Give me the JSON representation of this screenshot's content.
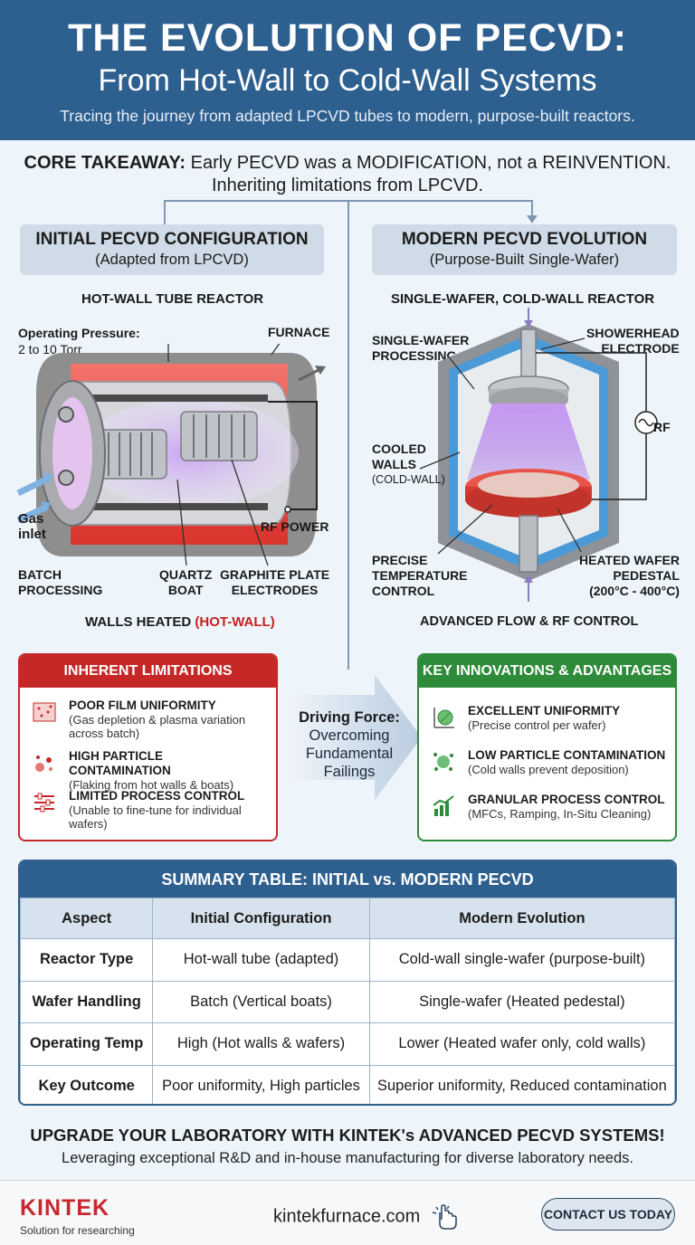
{
  "header": {
    "title": "THE EVOLUTION OF PECVD:",
    "subtitle": "From Hot-Wall to Cold-Wall Systems",
    "tagline": "Tracing the journey from adapted LPCVD tubes to modern, purpose-built reactors."
  },
  "core": {
    "label": "CORE TAKEAWAY:",
    "line1": "Early PECVD was a MODIFICATION, not a REINVENTION.",
    "line2": "Inheriting limitations from LPCVD."
  },
  "initial": {
    "heading": "INITIAL PECVD CONFIGURATION",
    "sub": "(Adapted from LPCVD)",
    "diagram_title": "HOT-WALL TUBE REACTOR",
    "pressure_label": "Operating Pressure:",
    "pressure_value": "2 to 10 Torr",
    "furnace": "FURNACE",
    "gas_inlet_1": "Gas",
    "gas_inlet_2": "inlet",
    "rf_power": "RF POWER",
    "batch_1": "BATCH",
    "batch_2": "PROCESSING",
    "quartz_1": "QUARTZ",
    "quartz_2": "BOAT",
    "graphite_1": "GRAPHITE PLATE",
    "graphite_2": "ELECTRODES",
    "walls_label": "WALLS HEATED",
    "walls_hot": "(HOT-WALL)"
  },
  "modern": {
    "heading": "MODERN PECVD EVOLUTION",
    "sub": "(Purpose-Built Single-Wafer)",
    "diagram_title": "SINGLE-WAFER, COLD-WALL REACTOR",
    "single_1": "SINGLE-WAFER",
    "single_2": "PROCESSING",
    "shower_1": "SHOWERHEAD",
    "shower_2": "ELECTRODE",
    "rf": "RF",
    "cooled_1": "COOLED",
    "cooled_2": "WALLS",
    "cooled_3": "(COLD-WALL)",
    "precise_1": "PRECISE",
    "precise_2": "TEMPERATURE",
    "precise_3": "CONTROL",
    "heated_1": "HEATED WAFER",
    "heated_2": "PEDESTAL",
    "heated_3": "(200°C - 400°C)",
    "flow": "ADVANCED FLOW & RF CONTROL"
  },
  "limitations": {
    "title": "INHERENT LIMITATIONS",
    "items": [
      {
        "title": "POOR FILM UNIFORMITY",
        "desc1": "(Gas depletion & plasma variation",
        "desc2": "across batch)"
      },
      {
        "title": "HIGH PARTICLE CONTAMINATION",
        "desc1": "(Flaking from hot walls & boats)",
        "desc2": ""
      },
      {
        "title": "LIMITED PROCESS CONTROL",
        "desc1": "(Unable to fine-tune for individual",
        "desc2": "wafers)"
      }
    ]
  },
  "driving": {
    "line1": "Driving Force:",
    "line2": "Overcoming",
    "line3": "Fundamental",
    "line4": "Failings"
  },
  "innovations": {
    "title": "KEY INNOVATIONS & ADVANTAGES",
    "items": [
      {
        "title": "EXCELLENT UNIFORMITY",
        "desc": "(Precise control per wafer)"
      },
      {
        "title": "LOW PARTICLE CONTAMINATION",
        "desc": "(Cold walls prevent deposition)"
      },
      {
        "title": "GRANULAR PROCESS CONTROL",
        "desc": "(MFCs, Ramping, In-Situ Cleaning)"
      }
    ]
  },
  "table": {
    "title": "SUMMARY TABLE: INITIAL vs. MODERN PECVD",
    "headers": [
      "Aspect",
      "Initial Configuration",
      "Modern Evolution"
    ],
    "rows": [
      [
        "Reactor Type",
        "Hot-wall tube (adapted)",
        "Cold-wall single-wafer (purpose-built)"
      ],
      [
        "Wafer Handling",
        "Batch (Vertical boats)",
        "Single-wafer (Heated pedestal)"
      ],
      [
        "Operating Temp",
        "High (Hot walls & wafers)",
        "Lower (Heated wafer only, cold walls)"
      ],
      [
        "Key Outcome",
        "Poor uniformity, High particles",
        "Superior uniformity, Reduced contamination"
      ]
    ]
  },
  "cta": {
    "line1": "UPGRADE YOUR LABORATORY WITH KINTEK's ADVANCED PECVD SYSTEMS!",
    "line2": "Leveraging exceptional R&D and in-house manufacturing for diverse laboratory needs."
  },
  "footer": {
    "logo": "KINTEK",
    "logo_sub": "Solution for researching",
    "url": "kintekfurnace.com",
    "button": "CONTACT US TODAY"
  },
  "colors": {
    "header_bg": "#2d5f8f",
    "limitation_red": "#c62828",
    "innovation_green": "#2e8b3a",
    "hot_wall_red": "#e8453c",
    "cold_wall_blue": "#4a9ad8",
    "plasma_purple": "#a46ae8"
  }
}
